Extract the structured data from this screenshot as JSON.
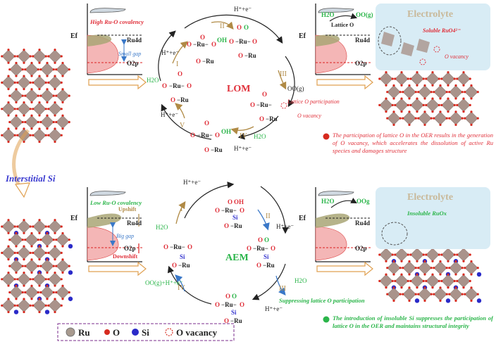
{
  "top": {
    "band_left": {
      "covalency": "High Ru-O covalency",
      "ef": "Ef",
      "ru4d": "Ru4d",
      "o2p": "O2p",
      "gap": "Small gap"
    },
    "cycle": {
      "title": "LOM",
      "steps": [
        "I",
        "II",
        "III",
        "IV",
        "V"
      ],
      "hplus": "H⁺+e⁻",
      "h2o": "H2O",
      "oo_g": "OO(g)",
      "lattice_o_participation": "Lattice O participation",
      "o_vacancy": "O vacancy"
    },
    "band_right": {
      "h2o": "H2O",
      "lattice_o": "Lattice O",
      "oo_g": "OO(g)",
      "ef": "Ef",
      "ru4d": "Ru4d",
      "o2p": "O2p"
    },
    "electrolyte": {
      "title": "Electrolyte",
      "soluble": "Soluble RuO4²⁻",
      "o_vacancy": "O vacancy"
    },
    "note": "The participation of lattice O in the OER results in the generation of O vacancy, which accelerates the dissolution of active Ru species and damages structure"
  },
  "middle": {
    "interstitial": "Interstitial Si"
  },
  "bottom": {
    "band_left": {
      "covalency": "Low Ru-O covalency",
      "upshift": "Upshift",
      "downshift": "Downshift",
      "ef": "Ef",
      "ru4d": "Ru4d",
      "o2p": "O2p",
      "gap": "Big gap"
    },
    "cycle": {
      "title": "AEM",
      "steps": [
        "I",
        "II",
        "III",
        "IV"
      ],
      "hplus": "H⁺+e⁻",
      "h2o": "H2O",
      "oo_g_combo": "OO(g)+H⁺+e⁻",
      "suppress": "Suppressing lattice O participation"
    },
    "band_right": {
      "h2o": "H2O",
      "oo_g": "OOg",
      "ef": "Ef",
      "ru4d": "Ru4d",
      "o2p": "O2p"
    },
    "electrolyte": {
      "title": "Electrolyte",
      "insoluble": "Insoluble RuOx"
    },
    "note": "The introduction of insoluble Si suppresses the participation of lattice O in the OER and maintains structural integrity"
  },
  "legend": {
    "ru": "Ru",
    "o": "O",
    "si": "Si",
    "vacancy": "O vacancy"
  },
  "colors": {
    "ru": "#a89a8f",
    "o": "#d62a1f",
    "si": "#2a2ac8",
    "crystal": "#a9938b",
    "red_text": "#e0303a",
    "green_text": "#2bb54a",
    "gold": "#b08a45",
    "electrolyte_bg": "#d8ecf5"
  }
}
